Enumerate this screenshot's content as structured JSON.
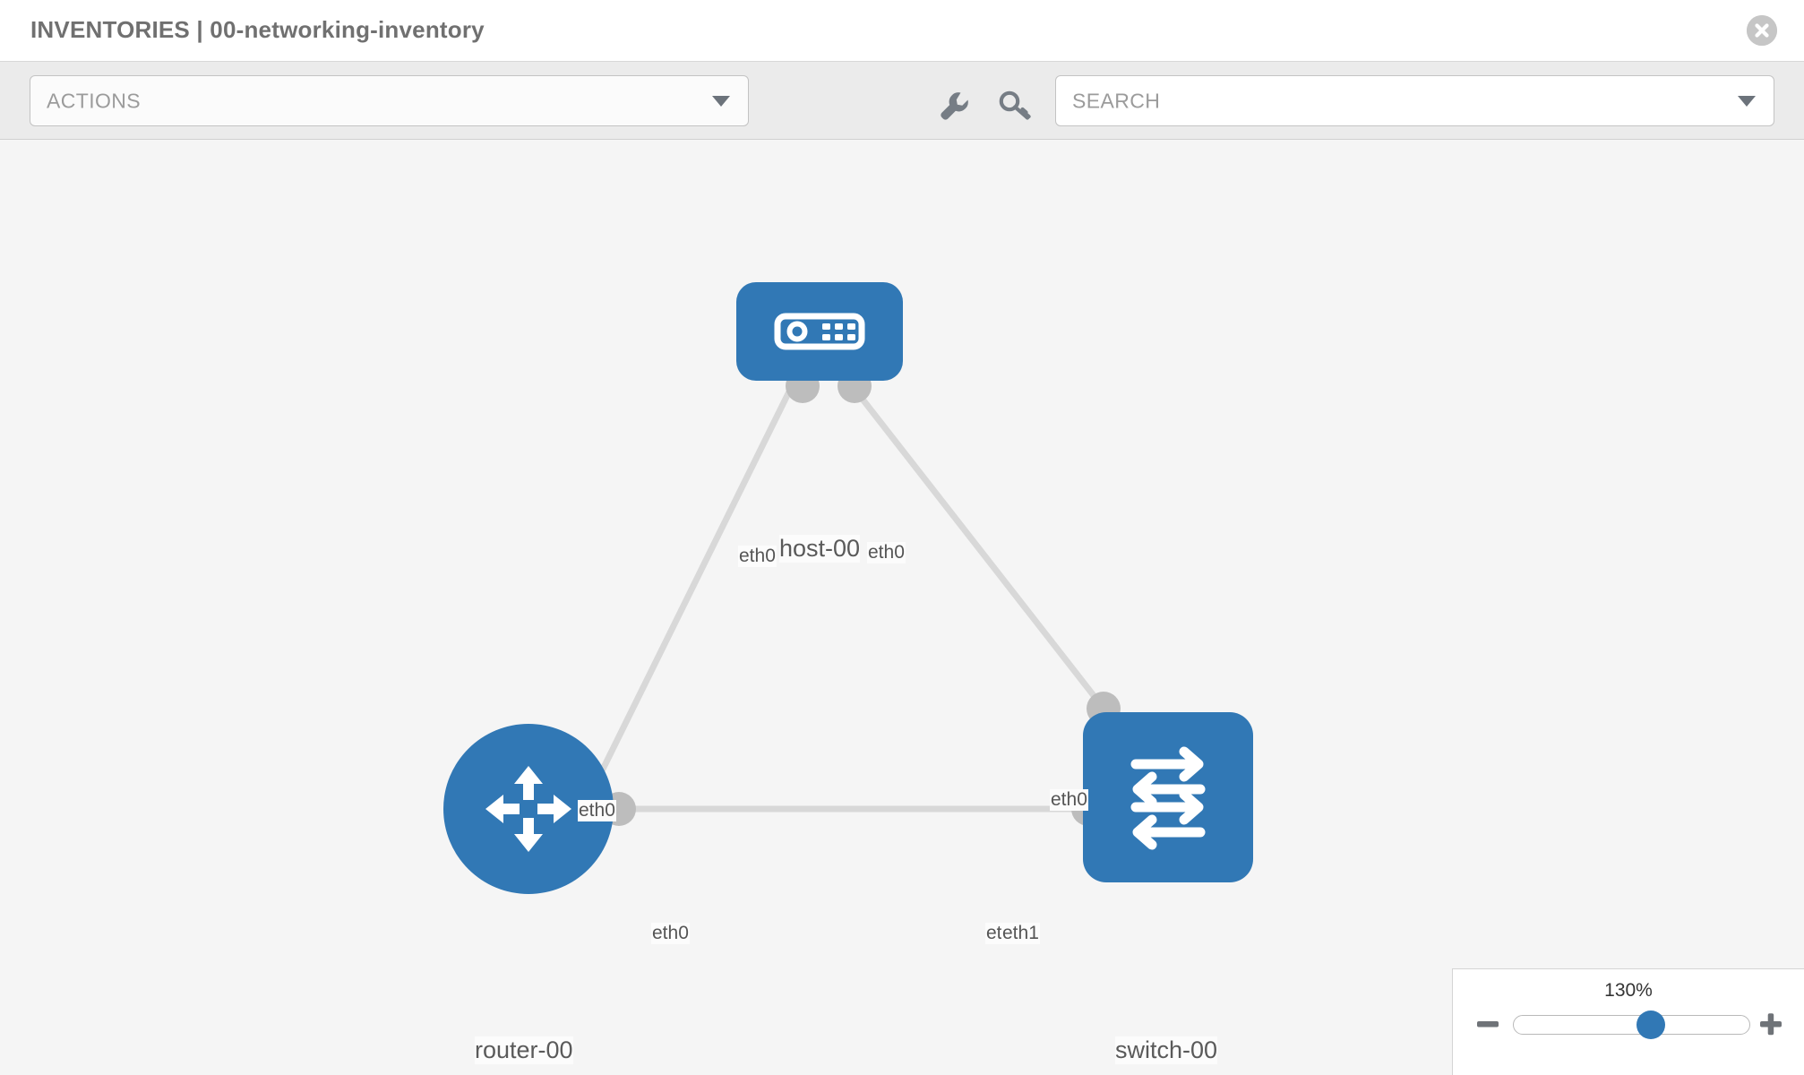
{
  "header": {
    "title": "INVENTORIES | 00-networking-inventory",
    "close_icon": "close-circle-icon"
  },
  "toolbar": {
    "actions": {
      "label": "ACTIONS",
      "caret_icon": "chevron-down-icon"
    },
    "search": {
      "placeholder": "SEARCH",
      "value": "",
      "caret_icon": "chevron-down-icon"
    },
    "icons": [
      {
        "name": "wrench-icon",
        "title": "wrench"
      },
      {
        "name": "key-icon",
        "title": "key"
      }
    ]
  },
  "topology": {
    "nodes": [
      {
        "id": "host-00",
        "label": "host-00",
        "type": "host",
        "icon": "server-icon",
        "color": "#3178b5",
        "shape": "rounded-rect"
      },
      {
        "id": "router-00",
        "label": "router-00",
        "type": "router",
        "icon": "router-arrows-icon",
        "color": "#3178b5",
        "shape": "circle"
      },
      {
        "id": "switch-00",
        "label": "switch-00",
        "type": "switch",
        "icon": "switch-arrows-icon",
        "color": "#3178b5",
        "shape": "rounded-square"
      }
    ],
    "edges": [
      {
        "from": "host-00",
        "to": "router-00",
        "from_port": "eth0",
        "to_port": "eth0"
      },
      {
        "from": "host-00",
        "to": "switch-00",
        "from_port": "eth0",
        "to_port": "eth0"
      },
      {
        "from": "router-00",
        "to": "switch-00",
        "from_port": "eth0",
        "to_port": "eth1"
      }
    ],
    "edge_labels": {
      "host_left": "eth0",
      "host_right": "eth0",
      "router_up": "eth0",
      "switch_up": "eth0",
      "router_right": "eth0",
      "switch_left_a": "eth0",
      "switch_left_b": "eth1"
    },
    "link_color": "#d6d6d6",
    "port_color": "#bdbdbd"
  },
  "zoom_control": {
    "level": "130%",
    "minus_icon": "minus-icon",
    "plus_icon": "plus-icon",
    "slider_position": "58"
  }
}
